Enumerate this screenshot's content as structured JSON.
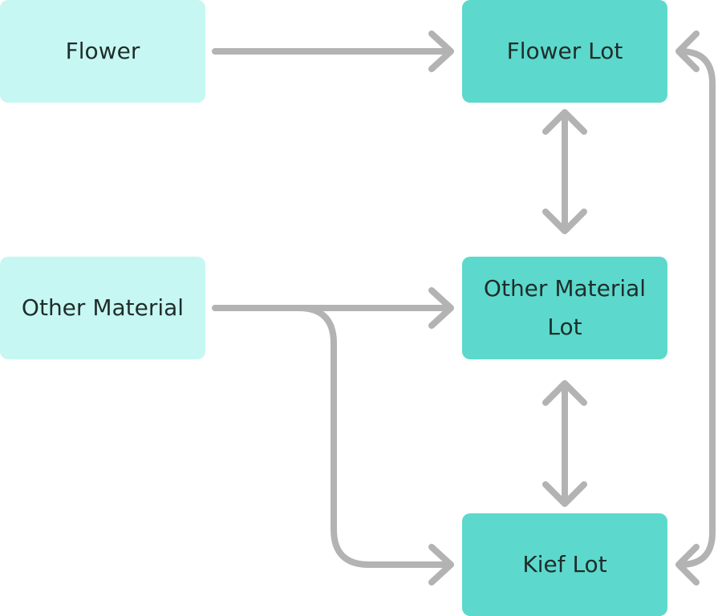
{
  "diagram": {
    "nodes": [
      {
        "id": "flower",
        "label": "Flower",
        "kind": "source"
      },
      {
        "id": "other_material",
        "label": "Other Material",
        "kind": "source"
      },
      {
        "id": "flower_lot",
        "label": "Flower Lot",
        "kind": "lot"
      },
      {
        "id": "other_material_lot",
        "label": "Other Material Lot",
        "kind": "lot"
      },
      {
        "id": "kief_lot",
        "label": "Kief Lot",
        "kind": "lot"
      }
    ],
    "edges": [
      {
        "from": "flower",
        "to": "flower_lot",
        "direction": "forward"
      },
      {
        "from": "other_material",
        "to": "other_material_lot",
        "direction": "forward"
      },
      {
        "from": "other_material",
        "to": "kief_lot",
        "direction": "forward"
      },
      {
        "from": "flower_lot",
        "to": "other_material_lot",
        "direction": "both"
      },
      {
        "from": "other_material_lot",
        "to": "kief_lot",
        "direction": "both"
      },
      {
        "from": "flower_lot",
        "to": "kief_lot",
        "direction": "both"
      }
    ],
    "colors": {
      "source_fill": "#c6f7f3",
      "lot_fill": "#5cd9cc",
      "edge": "#b3b3b3",
      "text": "#1f2d2b"
    }
  }
}
